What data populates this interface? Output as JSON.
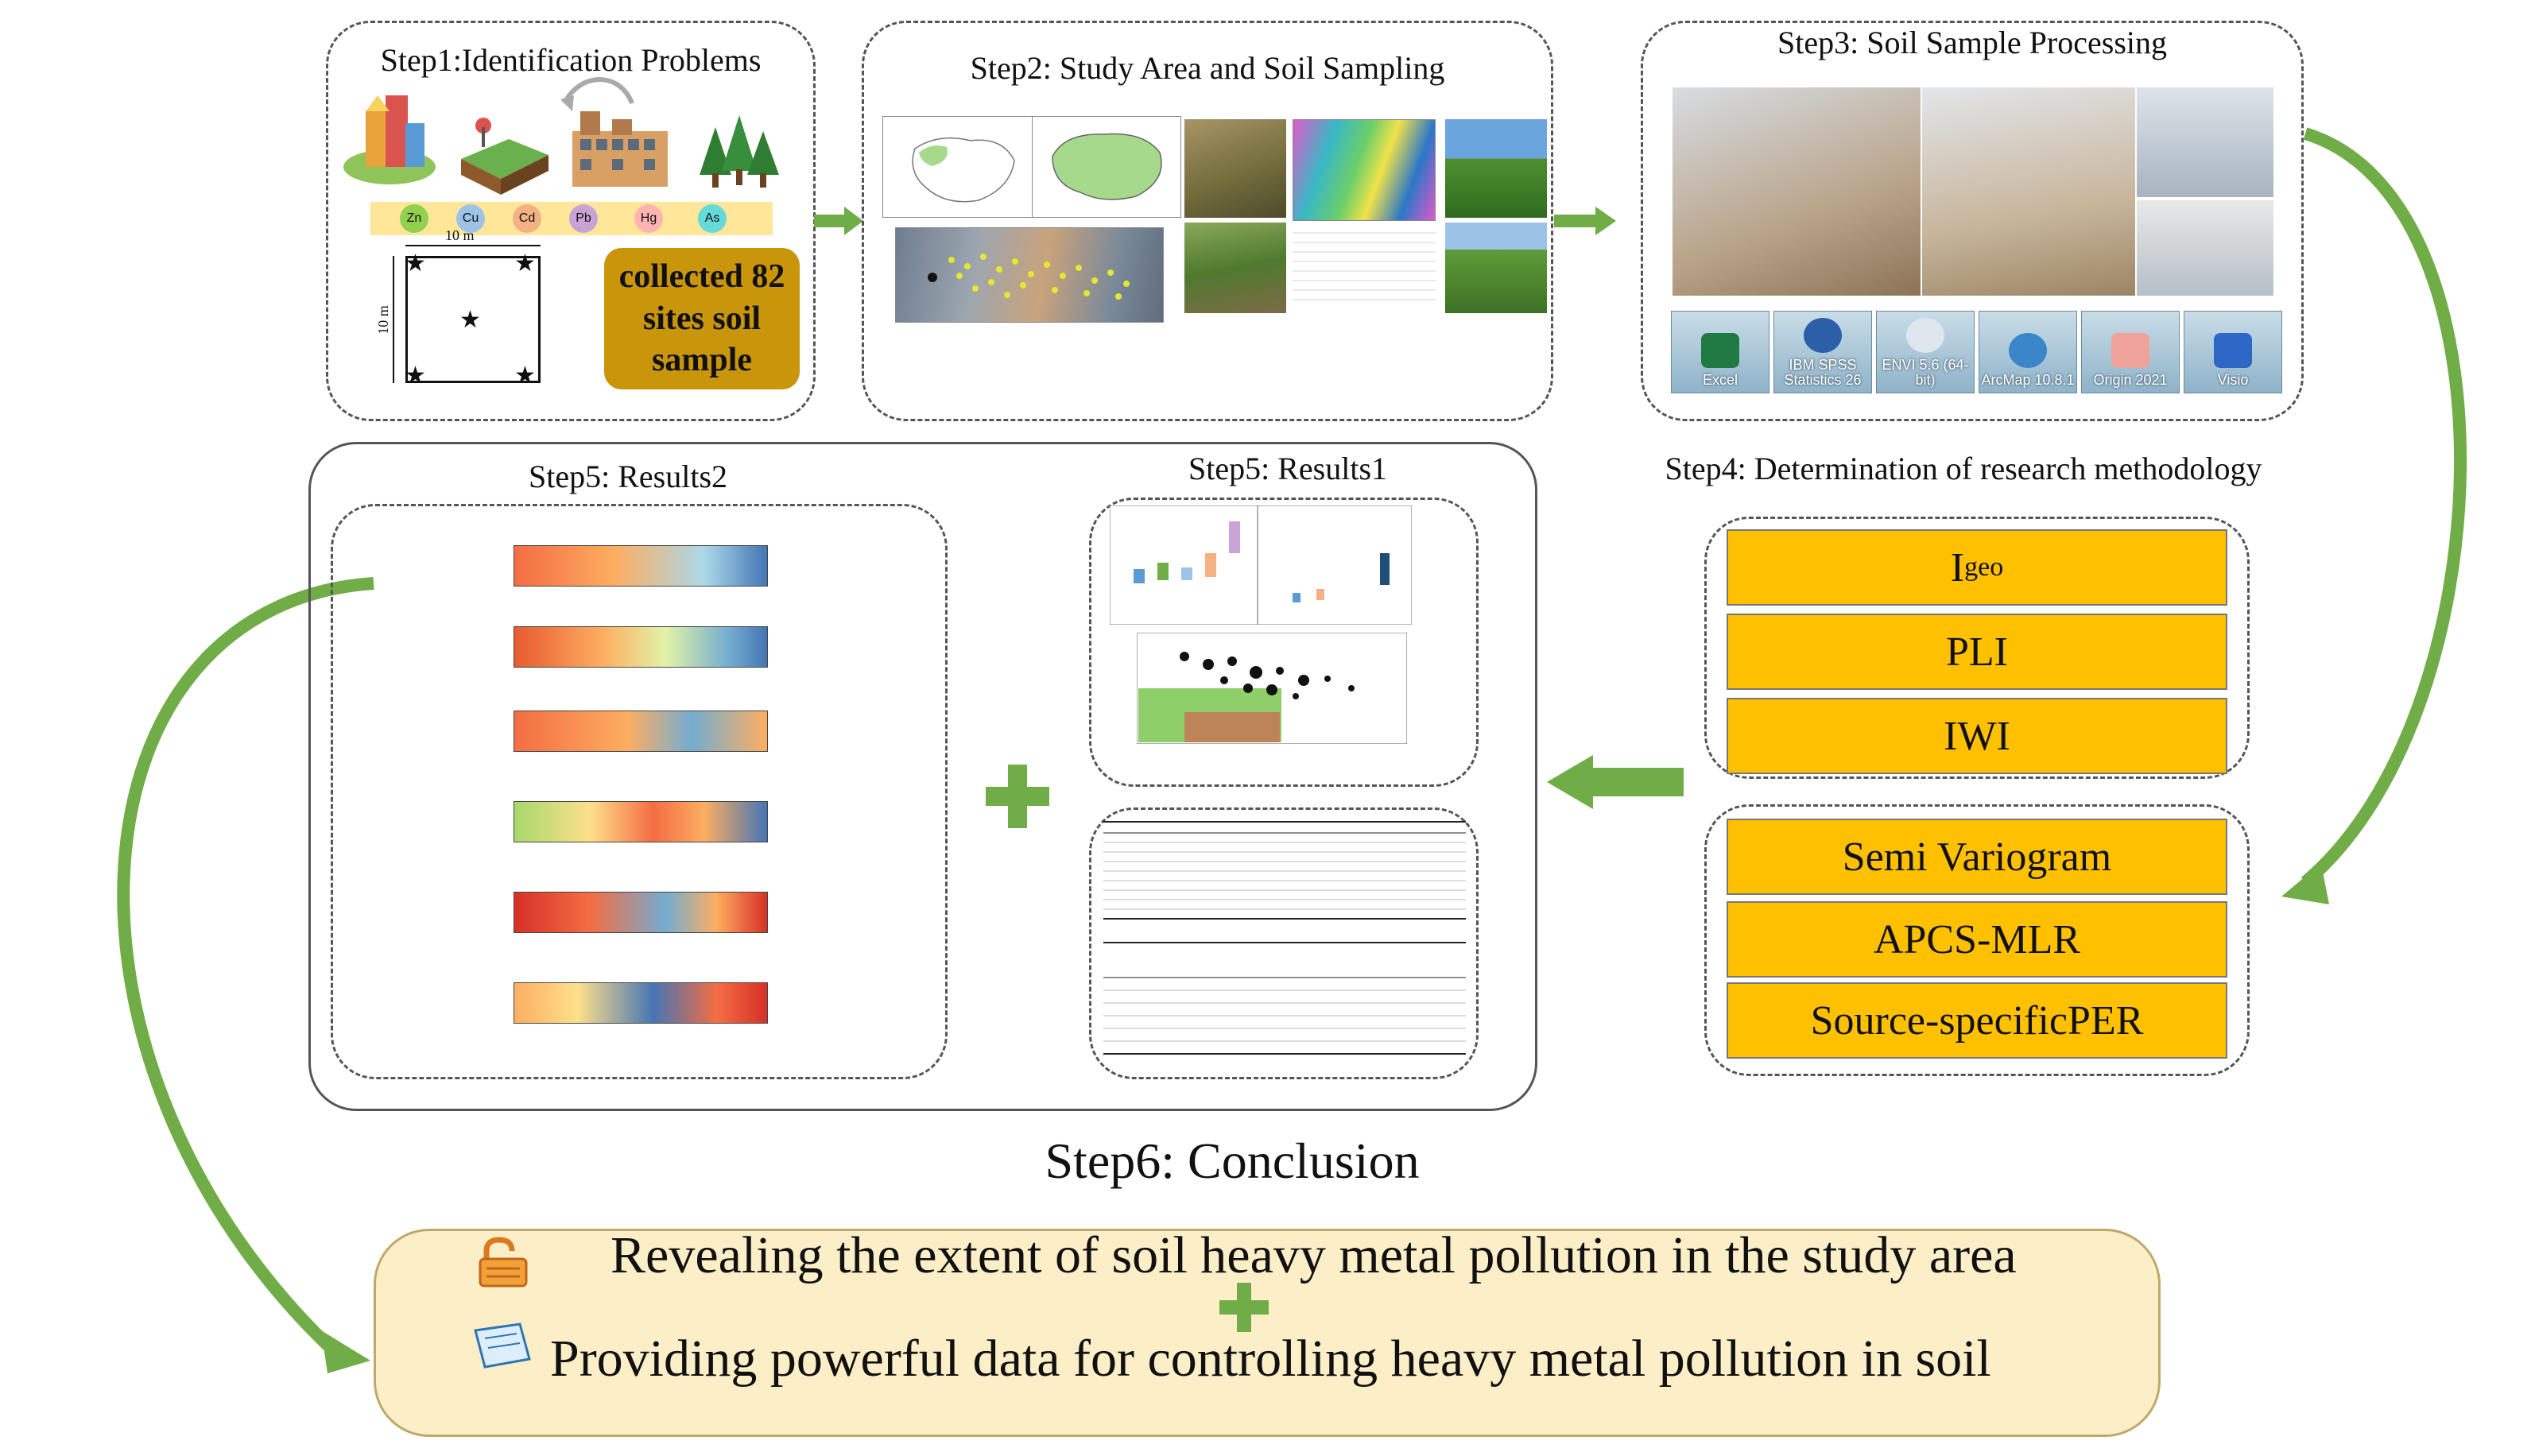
{
  "steps": {
    "step1": {
      "title": "Step1:Identification Problems",
      "metals": [
        "Zn",
        "Cu",
        "Cd",
        "Pb",
        "Hg",
        "As"
      ],
      "plot_width": "10 m",
      "plot_height": "10 m",
      "collected": "collected 82 sites soil sample"
    },
    "step2": {
      "title": "Step2: Study Area and Soil Sampling"
    },
    "step3": {
      "title": "Step3: Soil Sample Processing",
      "tools": [
        "Excel",
        "IBM SPSS Statistics 26",
        "ENVI 5.6 (64-bit)",
        "ArcMap 10.8.1",
        "Origin 2021",
        "Visio"
      ]
    },
    "step4": {
      "title": "Step4: Determination of research methodology",
      "group1": [
        "I",
        "PLI",
        "IWI"
      ],
      "igeo_sub": "geo",
      "group2": [
        "Semi Variogram",
        "APCS-MLR",
        "Source-specificPER"
      ]
    },
    "step5_results2": {
      "title": "Step5: Results2"
    },
    "step5_results1": {
      "title": "Step5: Results1"
    },
    "step6": {
      "title": "Step6: Conclusion",
      "line1": "Revealing the extent of soil heavy metal pollution in the study area",
      "line2": "Providing powerful data for controlling heavy metal pollution in soil"
    }
  },
  "colors": {
    "arrow_green": "#70AD47",
    "method_fill": "#FFC000",
    "sample_box": "#C8950B",
    "metal_band": "#FFE699",
    "conclusion_fill": "#FCEFC8"
  },
  "icons": [
    "city-icon",
    "land-icon",
    "factory-icon",
    "tree-icon",
    "star-icon",
    "lock-icon",
    "note-icon",
    "plus-icon"
  ]
}
